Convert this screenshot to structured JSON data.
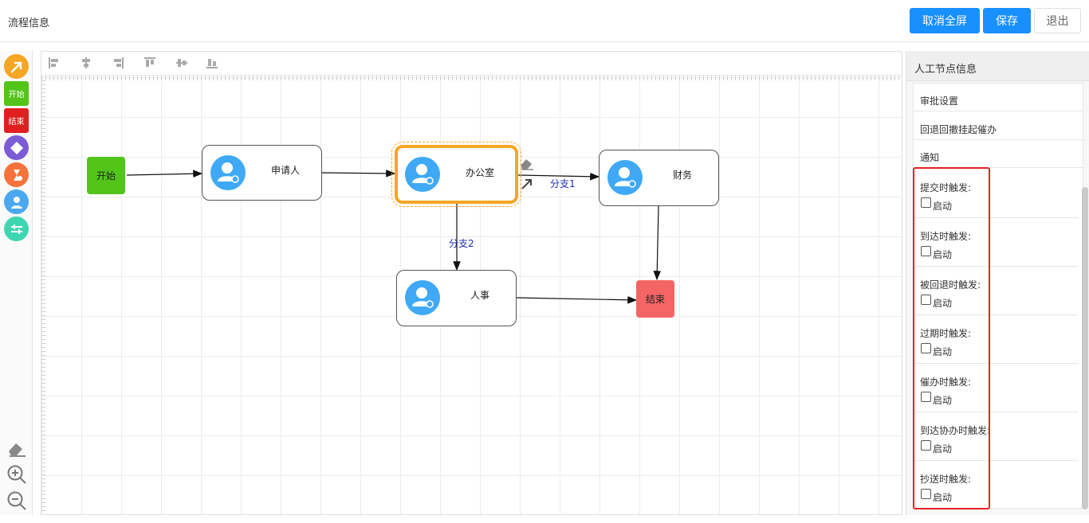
{
  "header": {
    "title": "流程信息",
    "exit_fullscreen_label": "取消全屏",
    "save_label": "保存",
    "exit_label": "退出"
  },
  "palette": {
    "start_label": "开始",
    "end_label": "结束"
  },
  "flow": {
    "start": "开始",
    "end": "结束",
    "nodes": {
      "applicant": "申请人",
      "office": "办公室",
      "finance": "财务",
      "hr": "人事"
    },
    "edges": {
      "branch1": "分支1",
      "branch2": "分支2"
    }
  },
  "panel": {
    "title": "人工节点信息",
    "sections": [
      "审批设置",
      "回退回撤挂起催办",
      "通知"
    ],
    "enable_label": "启动",
    "triggers": [
      "提交时触发:",
      "到达时触发:",
      "被回退时触发:",
      "过期时触发:",
      "催办时触发:",
      "到达协办时触发:",
      "抄送时触发:"
    ]
  },
  "colors": {
    "primary": "#1890ff",
    "start_green": "#52c41a",
    "end_red": "#f56565",
    "palette_end": "#e02020",
    "selection": "#f5a623",
    "edge_label": "#1c2da8",
    "annotation": "#e02424"
  }
}
